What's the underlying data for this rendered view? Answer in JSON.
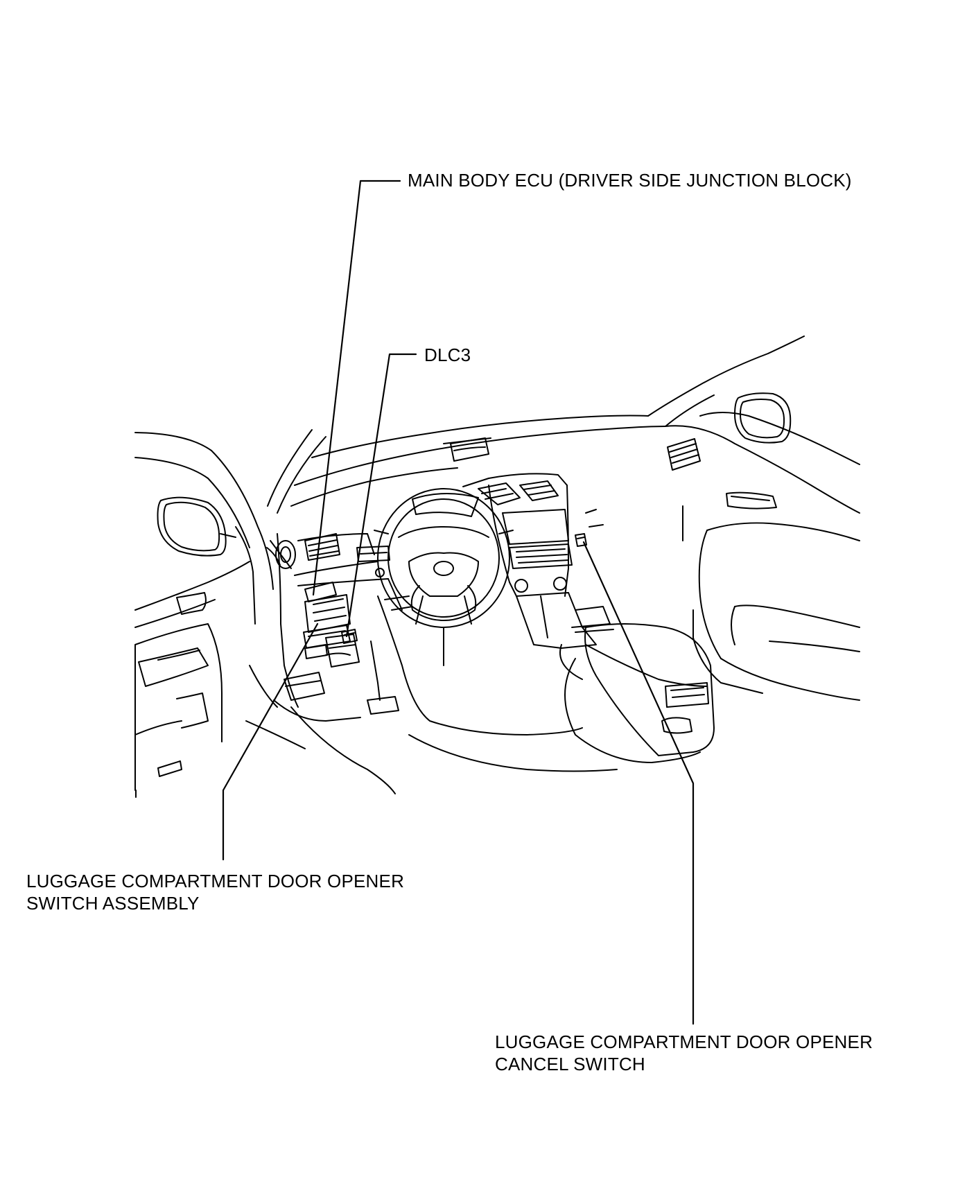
{
  "labels": {
    "main_body_ecu": "MAIN BODY ECU (DRIVER SIDE JUNCTION BLOCK)",
    "dlc3": "DLC3",
    "opener_switch_line1": "LUGGAGE COMPARTMENT DOOR OPENER",
    "opener_switch_line2": "SWITCH ASSEMBLY",
    "cancel_switch_line1": "LUGGAGE COMPARTMENT DOOR OPENER",
    "cancel_switch_line2": "CANCEL SWITCH"
  },
  "colors": {
    "line": "#000000",
    "background": "#ffffff"
  }
}
